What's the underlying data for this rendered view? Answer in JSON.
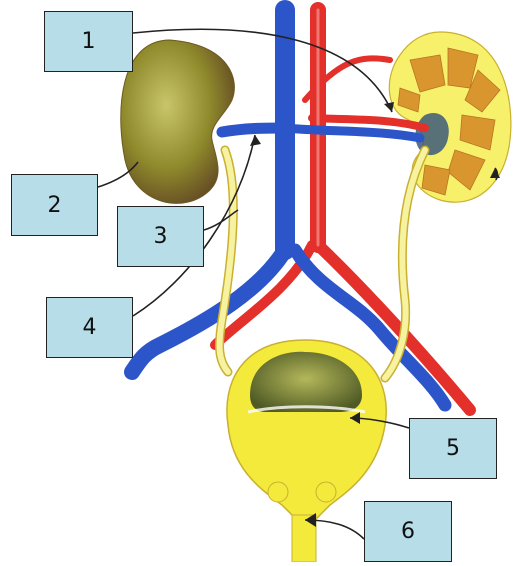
{
  "diagram": {
    "labels": [
      {
        "id": "1",
        "text": "1"
      },
      {
        "id": "2",
        "text": "2"
      },
      {
        "id": "3",
        "text": "3"
      },
      {
        "id": "4",
        "text": "4"
      },
      {
        "id": "5",
        "text": "5"
      },
      {
        "id": "6",
        "text": "6"
      }
    ],
    "colors": {
      "label_fill": "#b7dde8",
      "vein": "#2b55c8",
      "artery": "#e3302b",
      "ureter": "#f2ec7a",
      "bladder": "#f3ea3c",
      "kidney_left": "#8a8a2a",
      "kidney_right_cortex": "#f6f06a",
      "kidney_right_pyramids": "#d9962f"
    }
  }
}
